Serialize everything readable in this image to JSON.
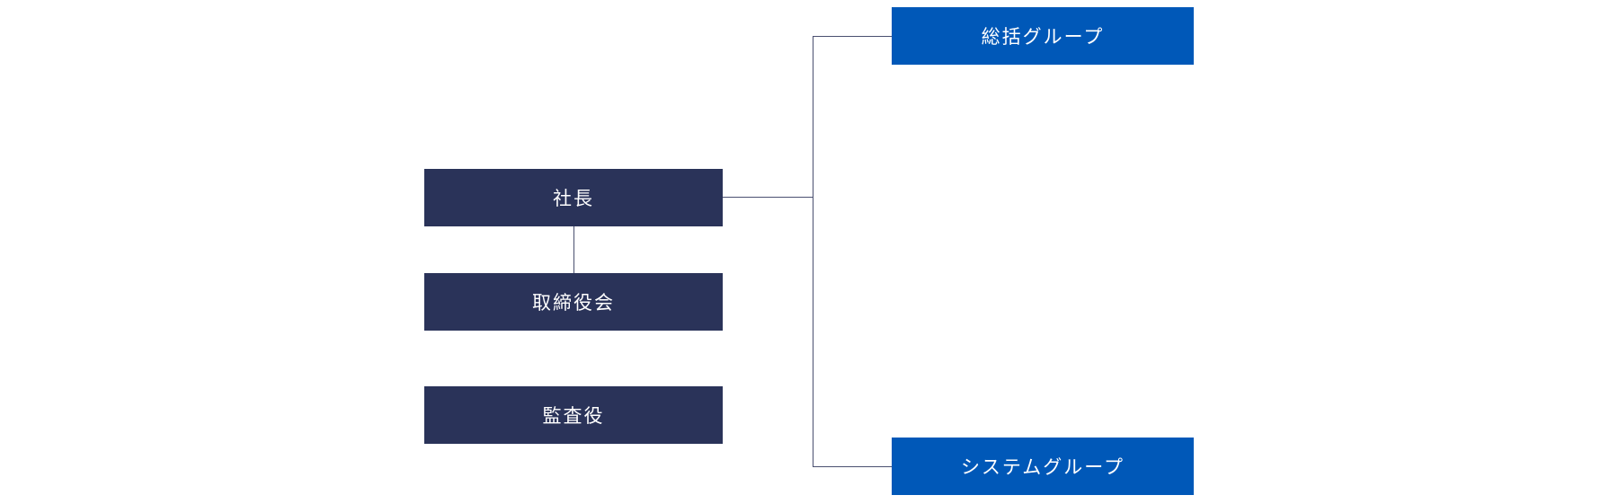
{
  "org_chart": {
    "president": "社長",
    "board": "取締役会",
    "auditor": "監査役",
    "groups": [
      {
        "label": "総括グループ"
      },
      {
        "label": "システムグループ"
      }
    ]
  },
  "colors": {
    "executive_box": "#2a3359",
    "group_box": "#0058b8",
    "connector": "#4a5070",
    "text": "#ffffff"
  }
}
